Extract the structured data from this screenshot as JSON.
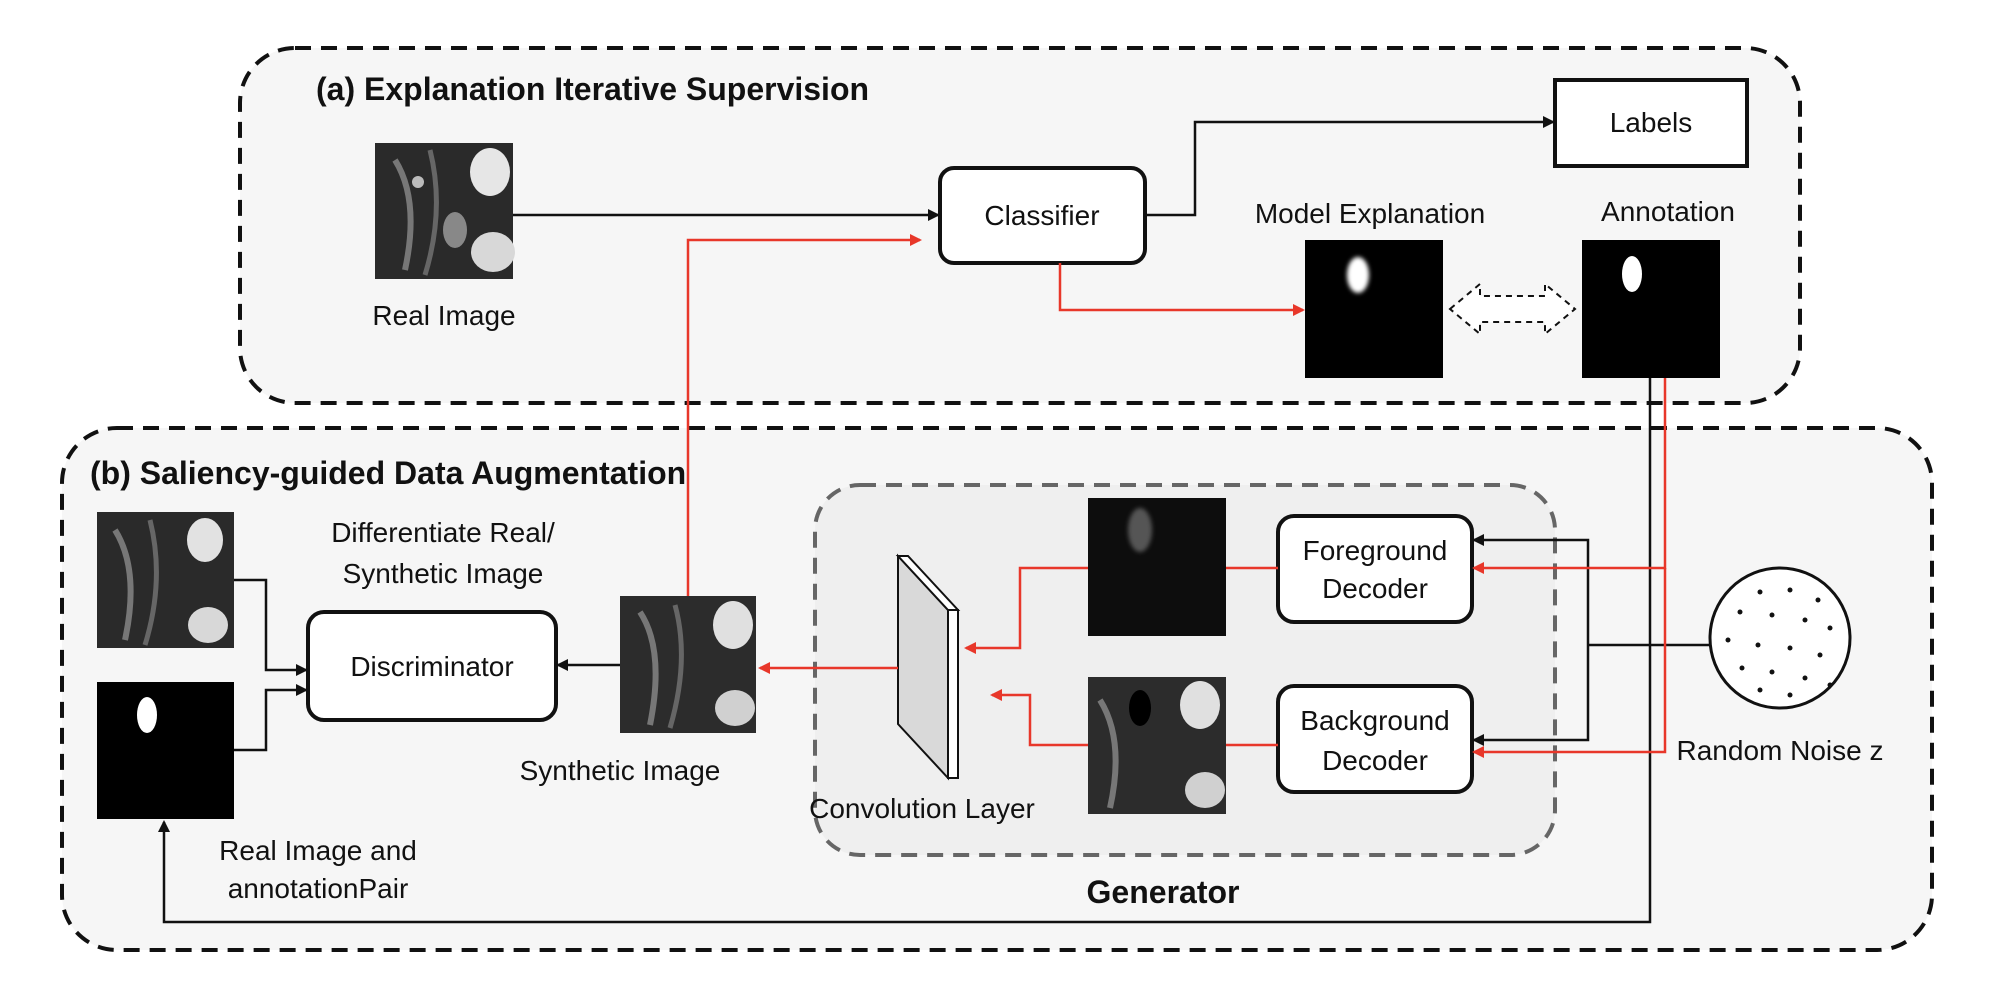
{
  "panel_a": {
    "title": "(a) Explanation Iterative Supervision"
  },
  "panel_b": {
    "title": "(b) Saliency-guided Data Augmentation"
  },
  "labels": {
    "real_image": "Real Image",
    "classifier": "Classifier",
    "labels_box": "Labels",
    "model_explanation": "Model Explanation",
    "annotation": "Annotation",
    "differentiate_line1": "Differentiate Real/",
    "differentiate_line2": "Synthetic Image",
    "discriminator": "Discriminator",
    "synthetic_image": "Synthetic Image",
    "real_pair_line1": "Real Image and",
    "real_pair_line2": "annotationPair",
    "convolution_layer": "Convolution Layer",
    "foreground_line1": "Foreground",
    "foreground_line2": "Decoder",
    "background_line1": "Background",
    "background_line2": "Decoder",
    "random_noise": "Random Noise z",
    "generator": "Generator"
  },
  "colors": {
    "red_arrow": "#e8372a",
    "black_arrow": "#111111",
    "panel_fill": "#f6f6f6",
    "generator_fill": "#efefef"
  }
}
